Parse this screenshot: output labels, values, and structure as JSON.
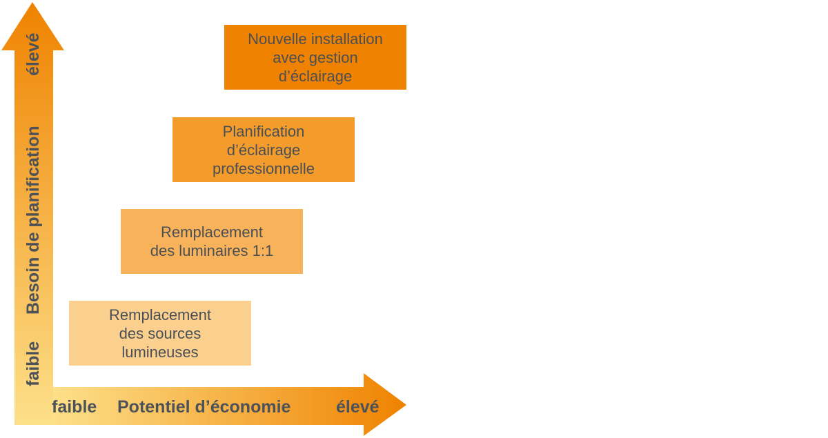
{
  "y_axis": {
    "low": "faible",
    "label": "Besoin de planification",
    "high": "élevé"
  },
  "x_axis": {
    "low": "faible",
    "label": "Potentiel d’économie",
    "high": "élevé"
  },
  "steps": [
    {
      "text": "Remplacement\ndes sources\nlumineuses",
      "color": "#fbd08f"
    },
    {
      "text": "Remplacement\ndes luminaires 1:1",
      "color": "#f7b25a"
    },
    {
      "text": "Planification\nd’éclairage\nprofessionnelle",
      "color": "#f39c2c"
    },
    {
      "text": "Nouvelle installation\navec gestion\nd’éclairage",
      "color": "#ef8200"
    }
  ],
  "colors": {
    "arrow_light": "#fde08a",
    "arrow_dark": "#ef8200",
    "text": "#4a4f56"
  }
}
